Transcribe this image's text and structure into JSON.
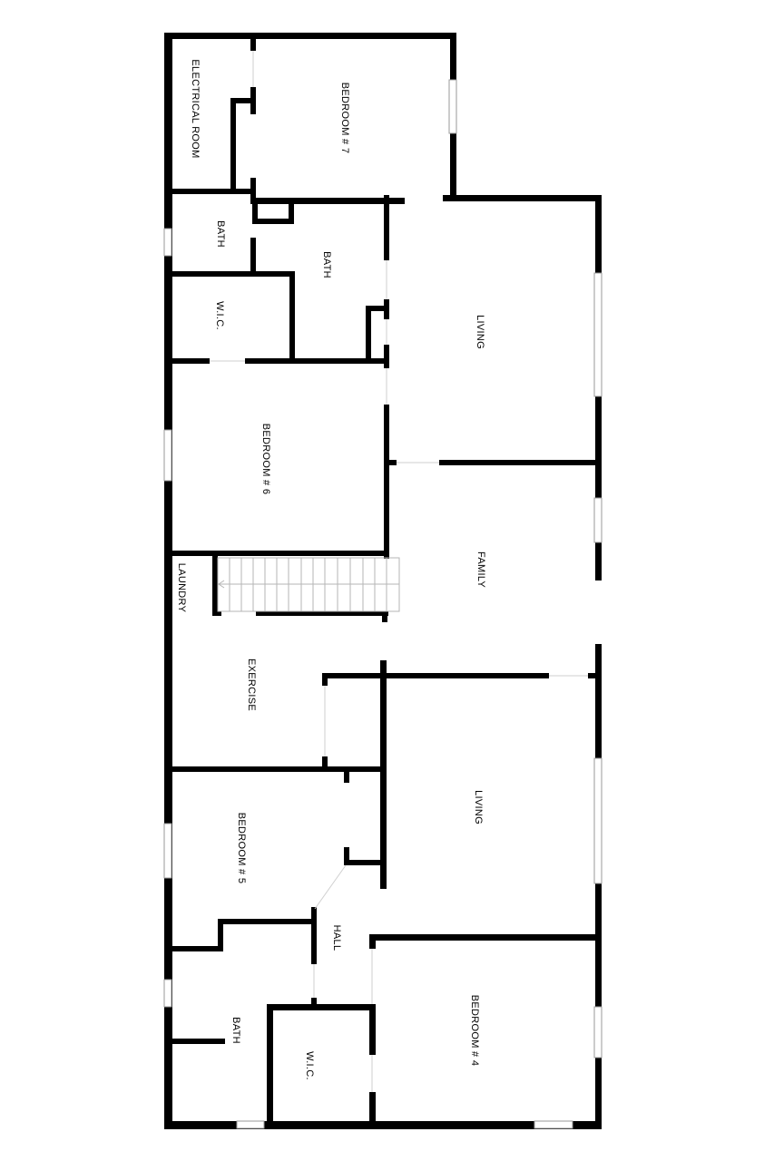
{
  "colors": {
    "wall": "#000000",
    "background": "#ffffff",
    "window_frame": "#9a9a9a",
    "stair_line": "#b5b5b5"
  },
  "rooms": {
    "electrical_room": "ELECTRICAL ROOM",
    "bedroom_7": "BEDROOM # 7",
    "bath_upper_left": "BATH",
    "bath_upper_center": "BATH",
    "wic_upper": "W.I.C.",
    "living_upper": "LIVING",
    "bedroom_6": "BEDROOM # 6",
    "family": "FAMILY",
    "laundry": "LAUNDRY",
    "exercise": "EXERCISE",
    "living_lower": "LIVING",
    "bedroom_5": "BEDROOM # 5",
    "hall": "HALL",
    "bedroom_4": "BEDROOM # 4",
    "bath_lower": "BATH",
    "wic_lower": "W.I.C."
  }
}
